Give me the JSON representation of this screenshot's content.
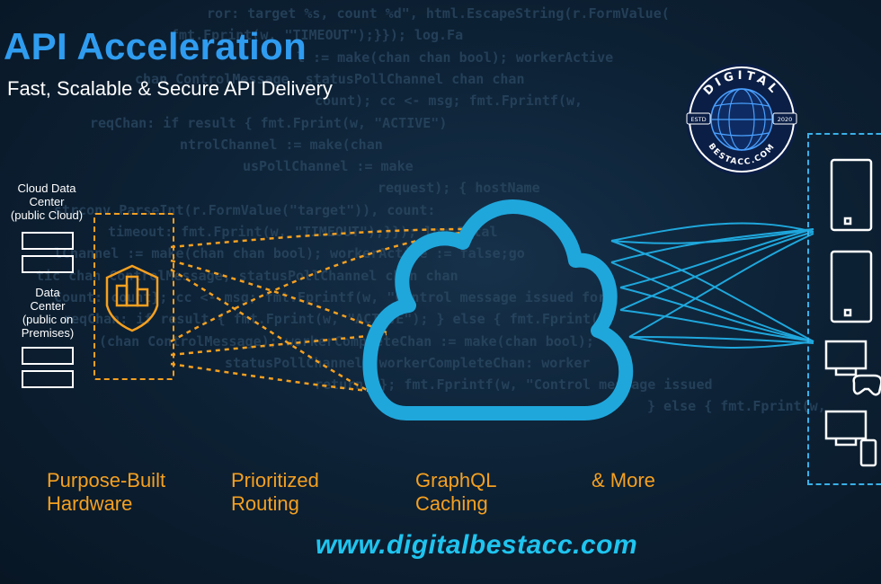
{
  "header": {
    "title": "API Acceleration",
    "subtitle": "Fast, Scalable & Secure API Delivery"
  },
  "left": {
    "cloud_dc_label": [
      "Cloud Data",
      "Center",
      "(public Cloud)"
    ],
    "onprem_dc_label": [
      "Data",
      "Center",
      "(public on",
      "Premises)"
    ]
  },
  "features": [
    {
      "line1": "Purpose-Built",
      "line2": "Hardware"
    },
    {
      "line1": "Prioritized",
      "line2": "Routing"
    },
    {
      "line1": "GraphQL",
      "line2": "Caching"
    },
    {
      "line1": "& More",
      "line2": ""
    }
  ],
  "website": "www.digitalbestacc.com",
  "logo": {
    "top_text": "DIGITAL",
    "bottom_text": "BESTACC.COM",
    "left_badge": "ESTD",
    "right_badge": "2020"
  },
  "code_background": [
    "ror: target %s, count %d\", html.EscapeString(r.FormValue(",
    "                     fmt.Fprint(w, \"TIMEOUT\");}}); log.Fa",
    "                l := make(chan chan bool); workerActive",
    "  chan ControlMessage, statusPollChannel chan chan",
    "                 count); cc <- msg; fmt.Fprintf(w,",
    "       reqChan: if result { fmt.Fprint(w, \"ACTIVE\")",
    "      ntrolChannel := make(chan",
    "             usPollChannel := make",
    "                    request); { hostName",
    "   strconv.ParseInt(r.FormValue(\"target\")), count:",
    "   timeout: fmt.Fprint(w, \"TIMEOUT\");}}); log.Fatal",
    "lChannel := make(chan chan bool); workerActive := false;go",
    "  tic chan ControlMessage, statusPollChannel chan chan",
    "   Count: count}; cc <- msg; fmt.Fprintf(w, \"Control message issued for",
    "  reqChan: if result { fmt.Fprint(w, \"ACTIVE\"); } else { fmt.Fprint(w,",
    "     (chan ControlMessage); workerCompleteChan := make(chan bool);",
    "        statusPollChannel; workerCompleteChan: worker",
    "                 return; }; fmt.Fprintf(w, \"Control message issued",
    "                                               } else { fmt.Fprint(w,"
  ],
  "colors": {
    "accent_blue": "#2f9cf0",
    "orange": "#f5a020",
    "cloud_blue": "#1fa7dc",
    "website_cyan": "#1fc4ef"
  }
}
